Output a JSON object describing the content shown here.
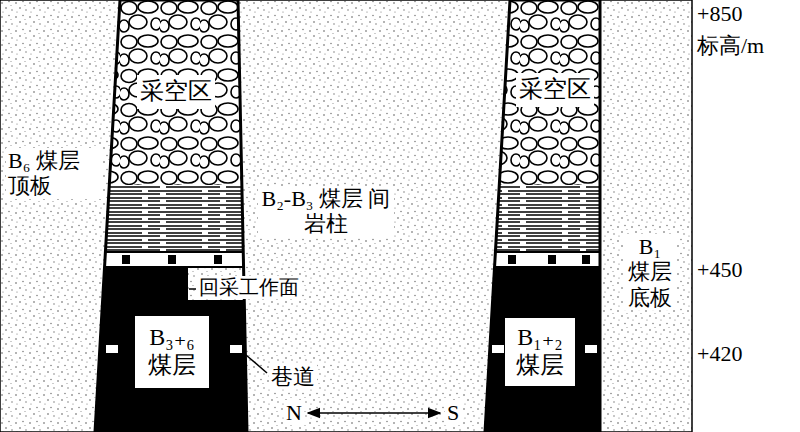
{
  "diagram": {
    "nodes": [
      {
        "text": [
          "采空区"
        ]
      },
      {
        "text": [
          "采空区"
        ]
      },
      {
        "text": [
          "B₃₊₆ 煤层"
        ]
      },
      {
        "text": [
          "B₁₊₂ 煤层"
        ]
      }
    ],
    "labels": [
      "+850",
      "标高/m",
      "B₆ 煤层 顶板",
      "B₂-B₃ 煤层 间岩柱",
      "+450",
      "回采工作面",
      "B₁ 煤层 底板",
      "+420",
      "巷道",
      "N",
      "S"
    ]
  }
}
